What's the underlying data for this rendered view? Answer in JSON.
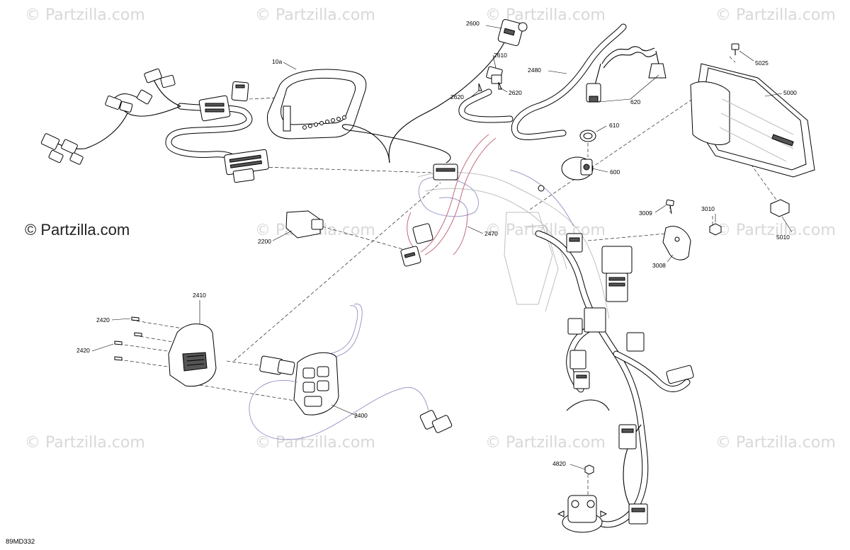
{
  "watermark": {
    "text": "© Partzilla.com",
    "prominent_text": "© Partzilla.com"
  },
  "diagram_ref": "89MD332",
  "callouts": {
    "c10a": "10a",
    "c2600": "2600",
    "c2610": "2610",
    "c2620a": "2620",
    "c2620b": "2620",
    "c2480": "2480",
    "c620": "620",
    "c610": "610",
    "c600": "600",
    "c5025": "5025",
    "c5000": "5000",
    "c3009": "3009",
    "c3010": "3010",
    "c5010": "5010",
    "c3008": "3008",
    "c2200": "2200",
    "c2470": "2470",
    "c2410": "2410",
    "c2420a": "2420",
    "c2420b": "2420",
    "c2400": "2400",
    "c4820": "4820"
  },
  "colors": {
    "ghost_blue": "#9a9ac8",
    "ghost_red": "#c06a7a",
    "watermark": "#d8d8d8"
  }
}
